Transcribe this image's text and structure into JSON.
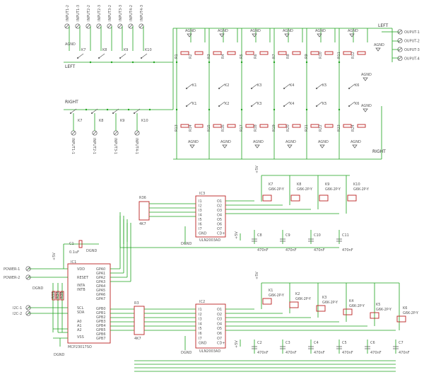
{
  "relay_board": {
    "input_left": [
      "INPUT1-2",
      "INPUT1-3",
      "INPUT2-2",
      "INPUT2-3",
      "INPUT3-2",
      "INPUT3-3",
      "INPUT4-2",
      "INPUT4-3"
    ],
    "input_right": [
      "INPUT1-1",
      "INPUT2-1",
      "INPUT3-1",
      "INPUT4-1"
    ],
    "outputs": [
      "OUPUT-1",
      "OUPUT-2",
      "OUPUT-3",
      "OUPUT-4"
    ],
    "net_left": "LEFT",
    "net_right": "RIGHT",
    "agnd": "AGND",
    "relays_left": [
      "K7",
      "K8",
      "K9",
      "K10"
    ],
    "relays_right": [
      "K7",
      "K8",
      "K9",
      "K10"
    ],
    "relays_mid": [
      "K1",
      "K2",
      "K3",
      "K4",
      "K5",
      "K6"
    ],
    "resistors_top": [
      "R1",
      "R2",
      "R3",
      "R4",
      "R5",
      "R6",
      "R7",
      "R8",
      "R9",
      "R10",
      "R11",
      "R12"
    ],
    "resistors_bottom": [
      "R13",
      "R14",
      "R15",
      "R16",
      "R17",
      "R18",
      "R19",
      "R20",
      "R21",
      "R22",
      "R23",
      "R24"
    ]
  },
  "driver1": {
    "resnet": "R36",
    "resnet_value": "4K7",
    "ic": "IC3",
    "ic_part": "ULN2003AD",
    "ic_in": [
      "I1",
      "I2",
      "I3",
      "I4",
      "I5",
      "I6",
      "I7",
      "GND"
    ],
    "ic_out": [
      "O1",
      "O2",
      "O3",
      "O4",
      "O5",
      "O6",
      "O7",
      "CD+"
    ],
    "relays": [
      {
        "name": "K7",
        "part": "G6K-2P-Y"
      },
      {
        "name": "K8",
        "part": "G6K-2P-Y"
      },
      {
        "name": "K9",
        "part": "G6K-2P-Y"
      },
      {
        "name": "K10",
        "part": "G6K-2P-Y"
      }
    ],
    "caps": [
      {
        "name": "C8",
        "value": "470nF"
      },
      {
        "name": "C9",
        "value": "470nF"
      },
      {
        "name": "C10",
        "value": "470nF"
      },
      {
        "name": "C11",
        "value": "470nF"
      }
    ],
    "supply": "+5V",
    "dgnd": "DGND"
  },
  "mcu": {
    "cap": "C1",
    "cap_value": "0.1uF",
    "dgnd": "DGND",
    "supply": "+5V",
    "name": "IC1",
    "part": "MCP23017SO",
    "pins_left": [
      "VDD",
      "RESET",
      "INTA",
      "INTB",
      "SCL",
      "SDA",
      "A0",
      "A1",
      "A2",
      "VSS"
    ],
    "pins_right": [
      "GPA0",
      "GPA1",
      "GPA2",
      "GPA3",
      "GPA4",
      "GPA5",
      "GPA6",
      "GPA7",
      "GPB0",
      "GPB1",
      "GPB2",
      "GPB3",
      "GPB4",
      "GPB5",
      "GPB6",
      "GPB7"
    ],
    "power": [
      "POWER-1",
      "POWER-2"
    ],
    "i2c": [
      "I2C-1",
      "I2C-2"
    ],
    "pullups": [
      "R33",
      "R34",
      "R35"
    ]
  },
  "driver2": {
    "resnet": "R3",
    "resnet_value": "4K7",
    "ic": "IC2",
    "ic_part": "ULN2003AD",
    "ic_in": [
      "I1",
      "I2",
      "I3",
      "I4",
      "I5",
      "I6",
      "I7",
      "GND"
    ],
    "ic_out": [
      "O1",
      "O2",
      "O3",
      "O4",
      "O5",
      "O6",
      "O7",
      "CD+"
    ],
    "relays": [
      {
        "name": "K1",
        "part": "G6K-2P-Y"
      },
      {
        "name": "K2",
        "part": "G6K-2P-Y"
      },
      {
        "name": "K3",
        "part": "G6K-2P-Y"
      },
      {
        "name": "K4",
        "part": "G6K-2P-Y"
      },
      {
        "name": "K5",
        "part": "G6K-2P-Y"
      },
      {
        "name": "K6",
        "part": "G6K-2P-Y"
      }
    ],
    "caps": [
      {
        "name": "C2",
        "value": "470nF"
      },
      {
        "name": "C3",
        "value": "470nF"
      },
      {
        "name": "C4",
        "value": "470nF"
      },
      {
        "name": "C5",
        "value": "470nF"
      },
      {
        "name": "C6",
        "value": "470nF"
      },
      {
        "name": "C7",
        "value": "470nF"
      }
    ],
    "supply": "+5V",
    "dgnd": "DGND"
  }
}
